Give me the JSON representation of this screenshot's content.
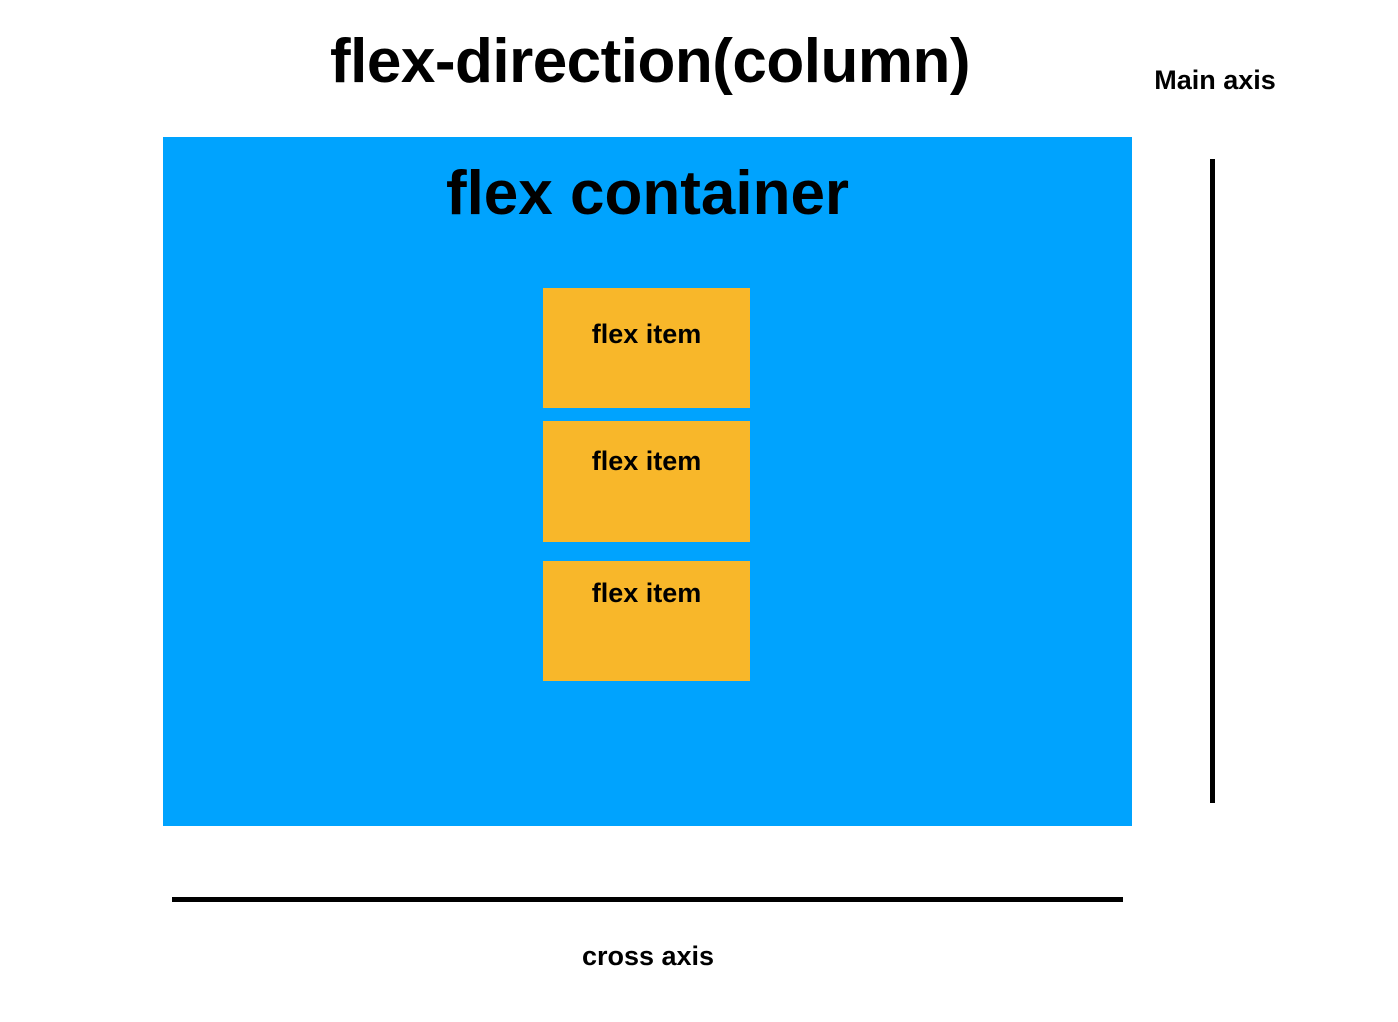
{
  "title": "flex-direction(column)",
  "container": {
    "label": "flex container",
    "color": "#00a3fe",
    "items": [
      {
        "label": "flex item"
      },
      {
        "label": "flex item"
      },
      {
        "label": "flex item"
      }
    ],
    "item_color": "#f8b72a"
  },
  "axes": {
    "main": {
      "label": "Main axis",
      "orientation": "vertical"
    },
    "cross": {
      "label": "cross axis",
      "orientation": "horizontal"
    }
  }
}
